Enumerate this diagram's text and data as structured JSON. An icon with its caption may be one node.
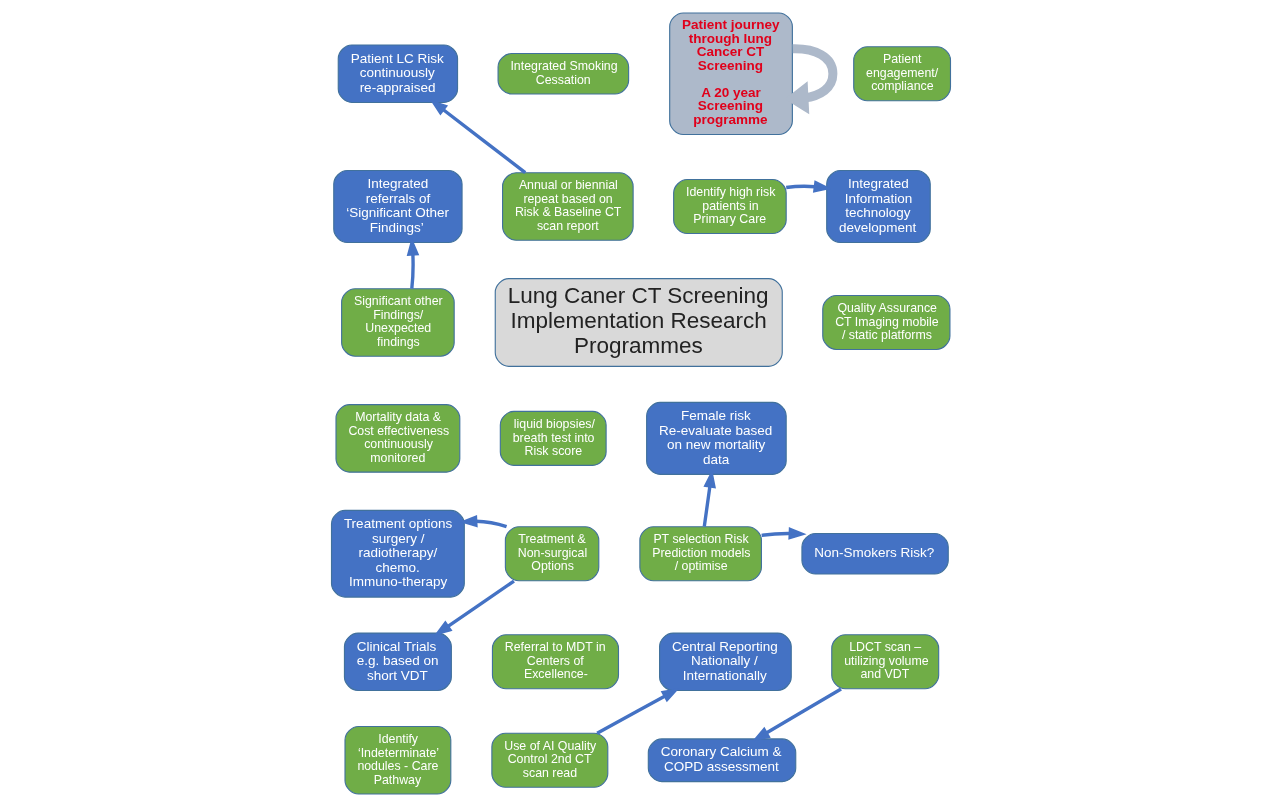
{
  "diagram": {
    "nodes": [
      {
        "text": [
          "Patient LC Risk continuously re-appraised"
        ]
      },
      {
        "text": [
          "Integrated Smoking Cessation"
        ]
      },
      {
        "text": [
          "Patient journey through lung Cancer CT Screening",
          "A 20 year Screening programme"
        ]
      },
      {
        "text": [
          "Patient engagement/ compliance"
        ]
      },
      {
        "text": [
          "Integrated referrals of ‘Significant Other Findings’"
        ]
      },
      {
        "text": [
          "Annual or biennial repeat based on Risk & Baseline CT scan report"
        ]
      },
      {
        "text": [
          "Identify high risk patients in Primary Care"
        ]
      },
      {
        "text": [
          "Integrated Information technology development"
        ]
      },
      {
        "text": [
          "Quality Assurance CT Imaging mobile / static platforms"
        ]
      },
      {
        "text": [
          "Lung Caner CT Screening Implementation Research Programmes"
        ]
      },
      {
        "text": [
          "Significant other Findings/ Unexpected findings"
        ]
      },
      {
        "text": [
          "liquid biopsies/ breath test into Risk score"
        ]
      },
      {
        "text": [
          "Mortality data & Cost effectiveness continuously monitored"
        ]
      },
      {
        "text": [
          "Female risk Re-evaluate based on new mortality data"
        ]
      },
      {
        "text": [
          "Treatment options surgery / radiotherapy/ chemo. Immuno-therapy"
        ]
      },
      {
        "text": [
          "PT selection Risk Prediction models / optimise"
        ]
      },
      {
        "text": [
          "Treatment & Non-surgical Options"
        ]
      },
      {
        "text": [
          "Central Reporting Nationally / Internationally"
        ]
      },
      {
        "text": [
          "LDCT scan – utilizing volume and VDT"
        ]
      },
      {
        "text": [
          "Non-Smokers Risk?"
        ]
      },
      {
        "text": [
          "Use of AI Quality Control 2nd CT scan read"
        ]
      },
      {
        "text": [
          "Clinical Trials e.g. based on short VDT"
        ]
      },
      {
        "text": [
          "Referral to MDT in Centers of Excellence-"
        ]
      },
      {
        "text": [
          "Identify ‘Indeterminate’ nodules - Care Pathway"
        ]
      },
      {
        "text": [
          "Coronary Calcium & COPD assessment"
        ]
      }
    ],
    "edges": [
      {
        "from": 2,
        "to": 2,
        "arrow": "to",
        "style": "thick",
        "color": "#adb9ca"
      },
      {
        "from": 6,
        "to": 7,
        "arrow": "to"
      },
      {
        "from": 15,
        "to": 13,
        "arrow": "to"
      },
      {
        "from": 15,
        "to": 19,
        "arrow": "to"
      },
      {
        "from": 18,
        "to": 24,
        "arrow": "to"
      },
      {
        "from": 20,
        "to": 17,
        "arrow": "to"
      },
      {
        "from": 16,
        "to": 14,
        "arrow": "to"
      },
      {
        "from": 16,
        "to": 21,
        "arrow": "to"
      },
      {
        "from": 10,
        "to": 4,
        "arrow": "to"
      },
      {
        "from": 5,
        "to": 0,
        "arrow": "to"
      }
    ]
  }
}
